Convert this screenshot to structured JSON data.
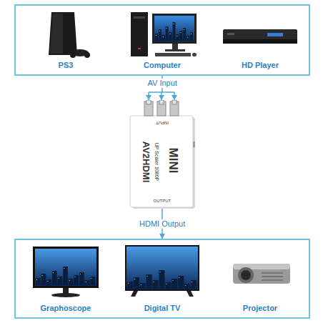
{
  "diagram": {
    "nodes": [
      {
        "text": []
      },
      {
        "text": [
          "PS3"
        ],
        "in": 0
      },
      {
        "text": [
          "Computer"
        ],
        "in": 0
      },
      {
        "text": [
          "HD Player"
        ],
        "in": 0
      },
      {
        "text": [
          "MINI",
          "AV2HDMI",
          "UP Scaler 1080P",
          "INPUT",
          "OUTPUT"
        ]
      },
      {
        "text": []
      },
      {
        "text": [
          "Graphoscope"
        ],
        "in": 5
      },
      {
        "text": [
          "Digital TV"
        ],
        "in": 5
      },
      {
        "text": [
          "Projector"
        ],
        "in": 5
      }
    ],
    "edges": [
      {
        "from": 0,
        "to": 4,
        "label": "AV Input",
        "arrow": "to"
      },
      {
        "from": 4,
        "to": 5,
        "label": "HDMI Output",
        "arrow": "to"
      }
    ]
  }
}
